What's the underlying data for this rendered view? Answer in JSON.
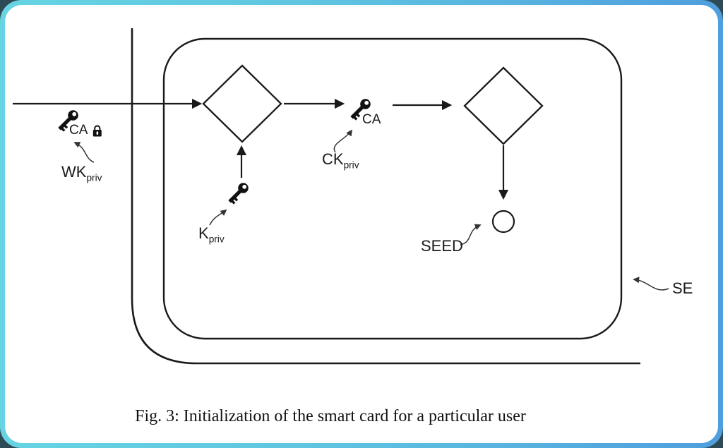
{
  "window": {
    "background_color": "#2e4a54",
    "frame_border_left_color": "#66d4e2",
    "frame_border_right_color": "#4f9edd",
    "canvas_color": "#ffffff",
    "ink_color": "#1a1a1a"
  },
  "figure": {
    "caption": "Fig. 3: Initialization of the smart card for a particular user",
    "labels": {
      "wk": {
        "base": "WK",
        "sub": "priv"
      },
      "ca_outer": "CA",
      "k": {
        "base": "K",
        "sub": "priv"
      },
      "ck": {
        "base": "CK",
        "sub": "priv"
      },
      "ca_inner": "CA",
      "seed": "SEED",
      "se": "SE"
    },
    "icons": {
      "key": "key-icon",
      "lock": "lock-icon"
    },
    "shapes": {
      "crypto_ops": [
        "diamond-op-1",
        "diamond-op-2"
      ],
      "output": "seed-circle",
      "containers": [
        "smart-card-outline",
        "secure-element-outline"
      ]
    }
  }
}
